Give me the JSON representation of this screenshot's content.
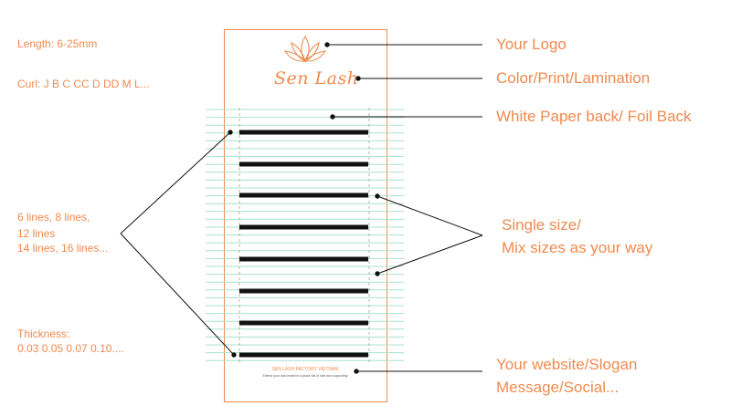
{
  "left_labels": {
    "length": "Length: 6-25mm",
    "curl": "Curl: J B C CC D DD M L...",
    "lines": [
      "6 lines, 8 lines,",
      "12 lines",
      "14 lines, 16 lines..."
    ],
    "thickness_title": "Thickness:",
    "thickness_values": "0.03 0.05 0.07 0.10...."
  },
  "right_labels": {
    "logo": "Your Logo",
    "color": "Color/Print/Lamination",
    "back": "White Paper back/ Foil Back",
    "size": [
      "Single size/",
      "Mix sizes as your way"
    ],
    "website": [
      "Your website/Slogan",
      "Message/Social..."
    ]
  },
  "card": {
    "brand": "Sen Lash",
    "footer_title": "SEN LASH FACTORY VIETNAM",
    "footer_subtitle": "Extend your lash brand to a place full of love and supporting"
  },
  "colors": {
    "accent": "#ef8a4f",
    "guide_lines": "#a8e0cf",
    "lash_strip": "#111111",
    "connector": "#111111"
  }
}
